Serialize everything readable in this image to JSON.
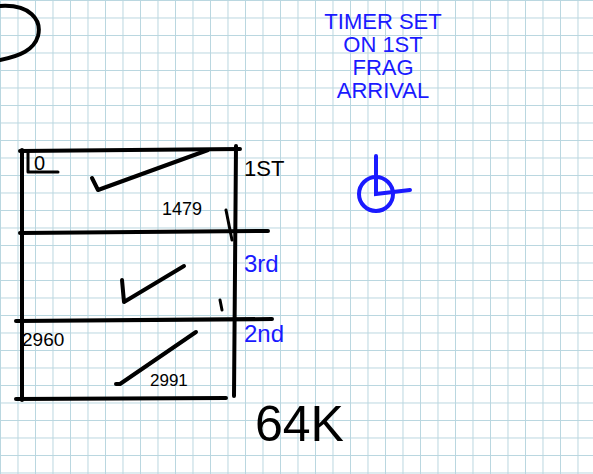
{
  "diagram": {
    "nodes": [
      {
        "text": [
          "0",
          "1479",
          "1ST"
        ]
      },
      {
        "text": [
          "3rd"
        ]
      },
      {
        "text": [
          "2960",
          "2991",
          "2nd"
        ]
      }
    ],
    "labels": [
      "TIMER SET ON 1ST FRAG ARRIVAL",
      "64K"
    ]
  }
}
